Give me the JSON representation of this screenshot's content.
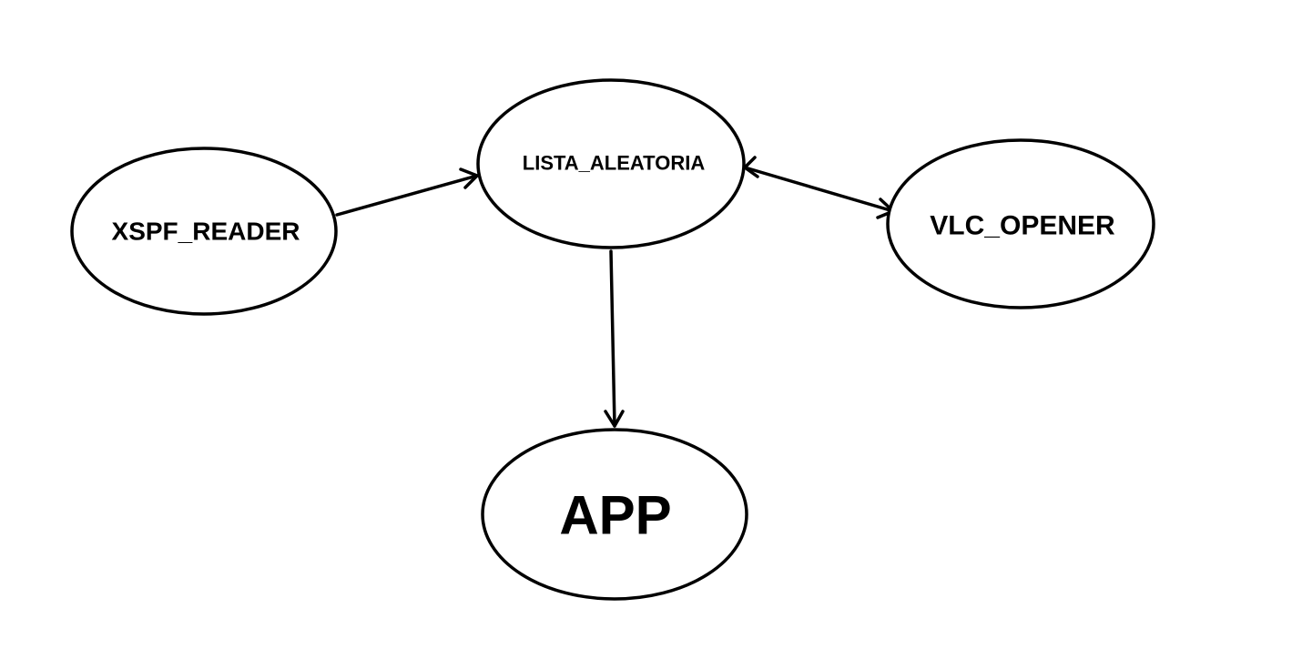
{
  "diagram": {
    "nodes": {
      "xspf_reader": {
        "label": "XSPF_READER"
      },
      "lista_aleatoria": {
        "label": "LISTA_ALEATORIA"
      },
      "vlc_opener": {
        "label": "VLC_OPENER"
      },
      "app": {
        "label": "APP"
      }
    },
    "edges": [
      {
        "from": "XSPF_READER",
        "to": "LISTA_ALEATORIA",
        "direction": "forward"
      },
      {
        "from": "LISTA_ALEATORIA",
        "to": "VLC_OPENER",
        "direction": "both"
      },
      {
        "from": "LISTA_ALEATORIA",
        "to": "APP",
        "direction": "forward"
      }
    ],
    "colors": {
      "stroke": "#000000",
      "background": "#ffffff"
    }
  }
}
